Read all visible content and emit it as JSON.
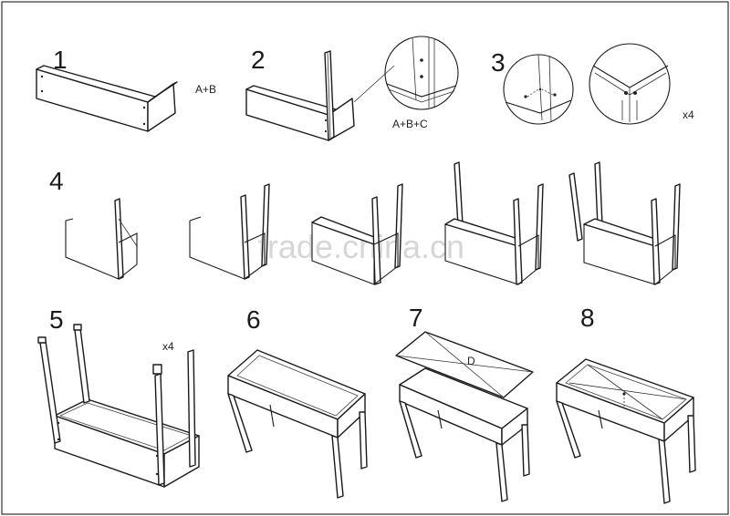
{
  "steps": [
    {
      "number": "1",
      "label": "A+B"
    },
    {
      "number": "2",
      "label": "A+B+C"
    },
    {
      "number": "3",
      "label": "x4"
    },
    {
      "number": "4",
      "label": ""
    },
    {
      "number": "5",
      "label": "x4"
    },
    {
      "number": "6",
      "label": ""
    },
    {
      "number": "7",
      "label": "D"
    },
    {
      "number": "8",
      "label": ""
    }
  ],
  "watermark": "trade.china.cn"
}
